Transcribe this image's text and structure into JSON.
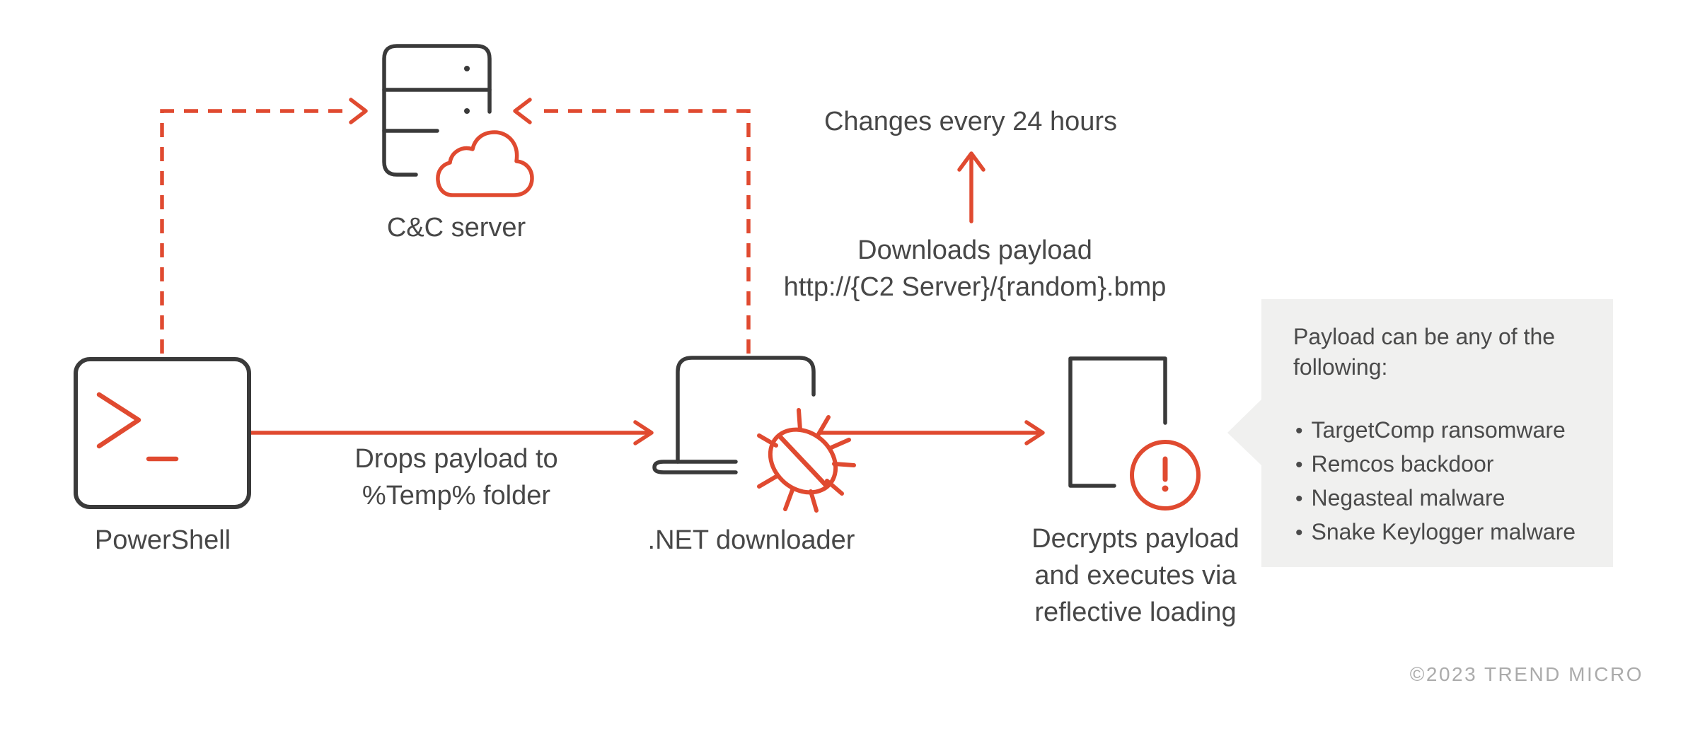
{
  "diagram": {
    "title_hint": "PowerShell to payload infection chain",
    "nodes": {
      "powershell": {
        "label": "PowerShell",
        "icon": "terminal-icon"
      },
      "cnc_server": {
        "label": "C&C server",
        "icon": "server-cloud-icon"
      },
      "dotnet_downloader": {
        "label": ".NET downloader",
        "icon": "laptop-malware-icon"
      },
      "payload": {
        "label": "Decrypts payload\nand executes via\nreflective loading",
        "icon": "file-alert-icon"
      }
    },
    "annotations": {
      "drops": "Drops payload to\n%Temp% folder",
      "changes": "Changes every 24 hours",
      "downloads": "Downloads payload\nhttp://{C2 Server}/{random}.bmp"
    },
    "callout": {
      "heading": "Payload can be any of the\nfollowing:",
      "bullet": "•",
      "items": [
        "TargetComp ransomware",
        "Remcos backdoor",
        "Negasteal malware",
        "Snake Keylogger malware"
      ]
    },
    "footer": {
      "copyright": "©2023 TREND MICRO"
    },
    "colors": {
      "accent_red": "#E04A30",
      "icon_dark": "#3A3A3A",
      "text": "#474747",
      "callout_bg": "#F0F0EF",
      "muted": "#ABABAB"
    }
  }
}
